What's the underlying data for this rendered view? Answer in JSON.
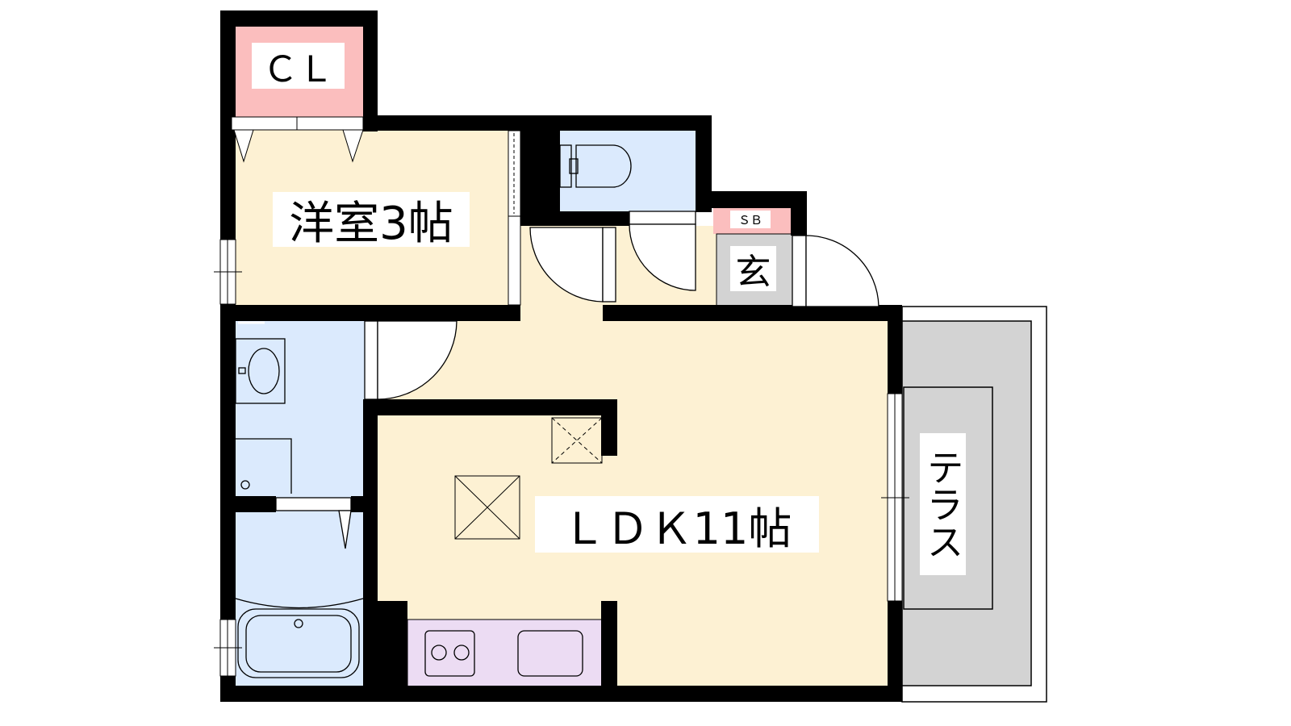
{
  "rooms": {
    "closet": "ＣＬ",
    "western_room": "洋室3帖",
    "shoe_box": "ＳＢ",
    "entrance": "玄",
    "ldk": "ＬＤＫ11帖",
    "terrace": "テラス"
  },
  "colors": {
    "wall": "#000000",
    "room_floor": "#fdf1d3",
    "wet_area": "#dbeafd",
    "closet": "#fbbebe",
    "kitchen": "#ecdcf3",
    "entrance_floor": "#d3d3d3",
    "terrace": "#d3d3d3"
  }
}
